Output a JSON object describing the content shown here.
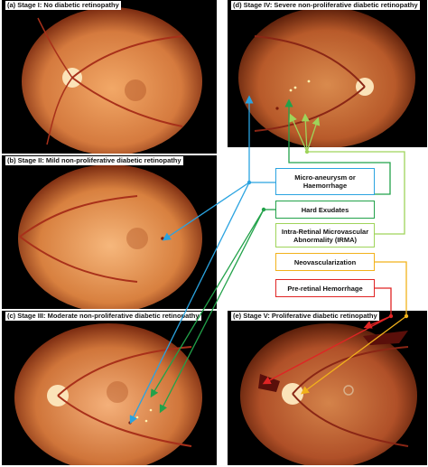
{
  "panels": [
    {
      "id": "a",
      "caption": "(a) Stage I: No diabetic retinopathy"
    },
    {
      "id": "b",
      "caption": "(b) Stage II: Mild non-proliferative diabetic retinopathy"
    },
    {
      "id": "c",
      "caption": "(c) Stage III: Moderate non-proliferative diabetic retinopathy"
    },
    {
      "id": "d",
      "caption": "(d) Stage IV: Severe non-proliferative diabetic retinopathy"
    },
    {
      "id": "e",
      "caption": "(e) Stage V: Proliferative diabetic retinopathy"
    }
  ],
  "legend": [
    {
      "label": "Micro-aneurysm or Haemorrhage",
      "color": "#2aa3e0"
    },
    {
      "label": "Hard Exudates",
      "color": "#22a24a"
    },
    {
      "label": "Intra-Retinal Microvascular Abnormality (IRMA)",
      "color": "#9fd45a"
    },
    {
      "label": "Neovascularization",
      "color": "#f2b21b"
    },
    {
      "label": "Pre-retinal Hemorrhage",
      "color": "#e02424"
    }
  ],
  "colors": {
    "fundus_light": "#f4b47a",
    "fundus_mid": "#d7763c",
    "fundus_dark": "#8a3215",
    "optic_disc": "#fbe3b8",
    "vessel": "#a8301a"
  }
}
